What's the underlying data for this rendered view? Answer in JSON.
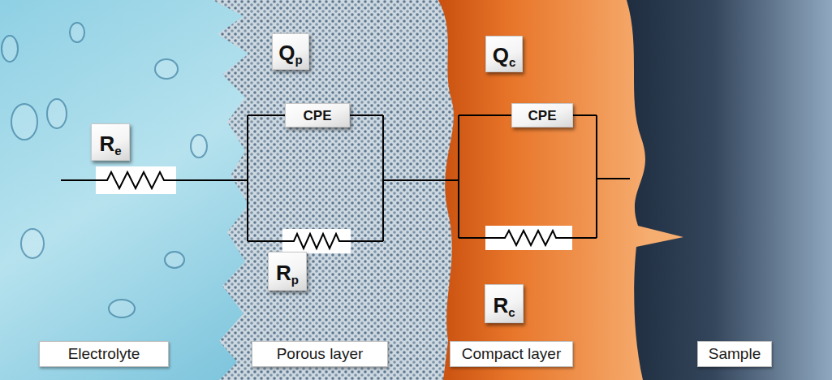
{
  "diagram": {
    "nodes": [
      {
        "text": [
          "Re"
        ]
      },
      {
        "text": [
          "Qp"
        ]
      },
      {
        "text": [
          "CPE"
        ]
      },
      {
        "text": [
          "Rp"
        ]
      },
      {
        "text": [
          "Qc"
        ]
      },
      {
        "text": [
          "CPE"
        ]
      },
      {
        "text": [
          "Rc"
        ]
      },
      {
        "text": [
          "Electrolyte"
        ]
      },
      {
        "text": [
          "Porous layer"
        ]
      },
      {
        "text": [
          "Compact layer"
        ]
      },
      {
        "text": [
          "Sample"
        ]
      }
    ]
  }
}
